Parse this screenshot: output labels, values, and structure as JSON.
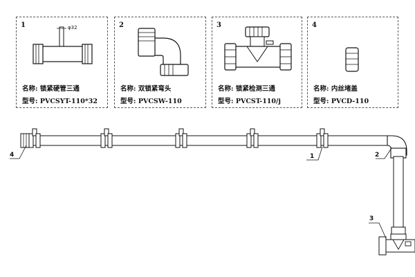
{
  "panels": [
    {
      "number": "1",
      "name": "名称: 锁紧硬管三通",
      "model": "型号: PVCSYT-110*32",
      "dimension": "φ32",
      "icon": "reducing-tee-icon"
    },
    {
      "number": "2",
      "name": "名称: 双锁紧弯头",
      "model": "型号: PVCSW-110",
      "icon": "elbow-icon"
    },
    {
      "number": "3",
      "name": "名称: 锁紧检测三通",
      "model": "型号: PVCST-110/j",
      "icon": "inspection-tee-icon"
    },
    {
      "number": "4",
      "name": "名称: 内丝堵盖",
      "model": "型号: PVCD-110",
      "icon": "end-cap-icon"
    }
  ],
  "callouts": [
    "4",
    "1",
    "2",
    "3"
  ],
  "colors": {
    "line": "#111111",
    "fill": "#ffffff",
    "border": "#555555"
  }
}
